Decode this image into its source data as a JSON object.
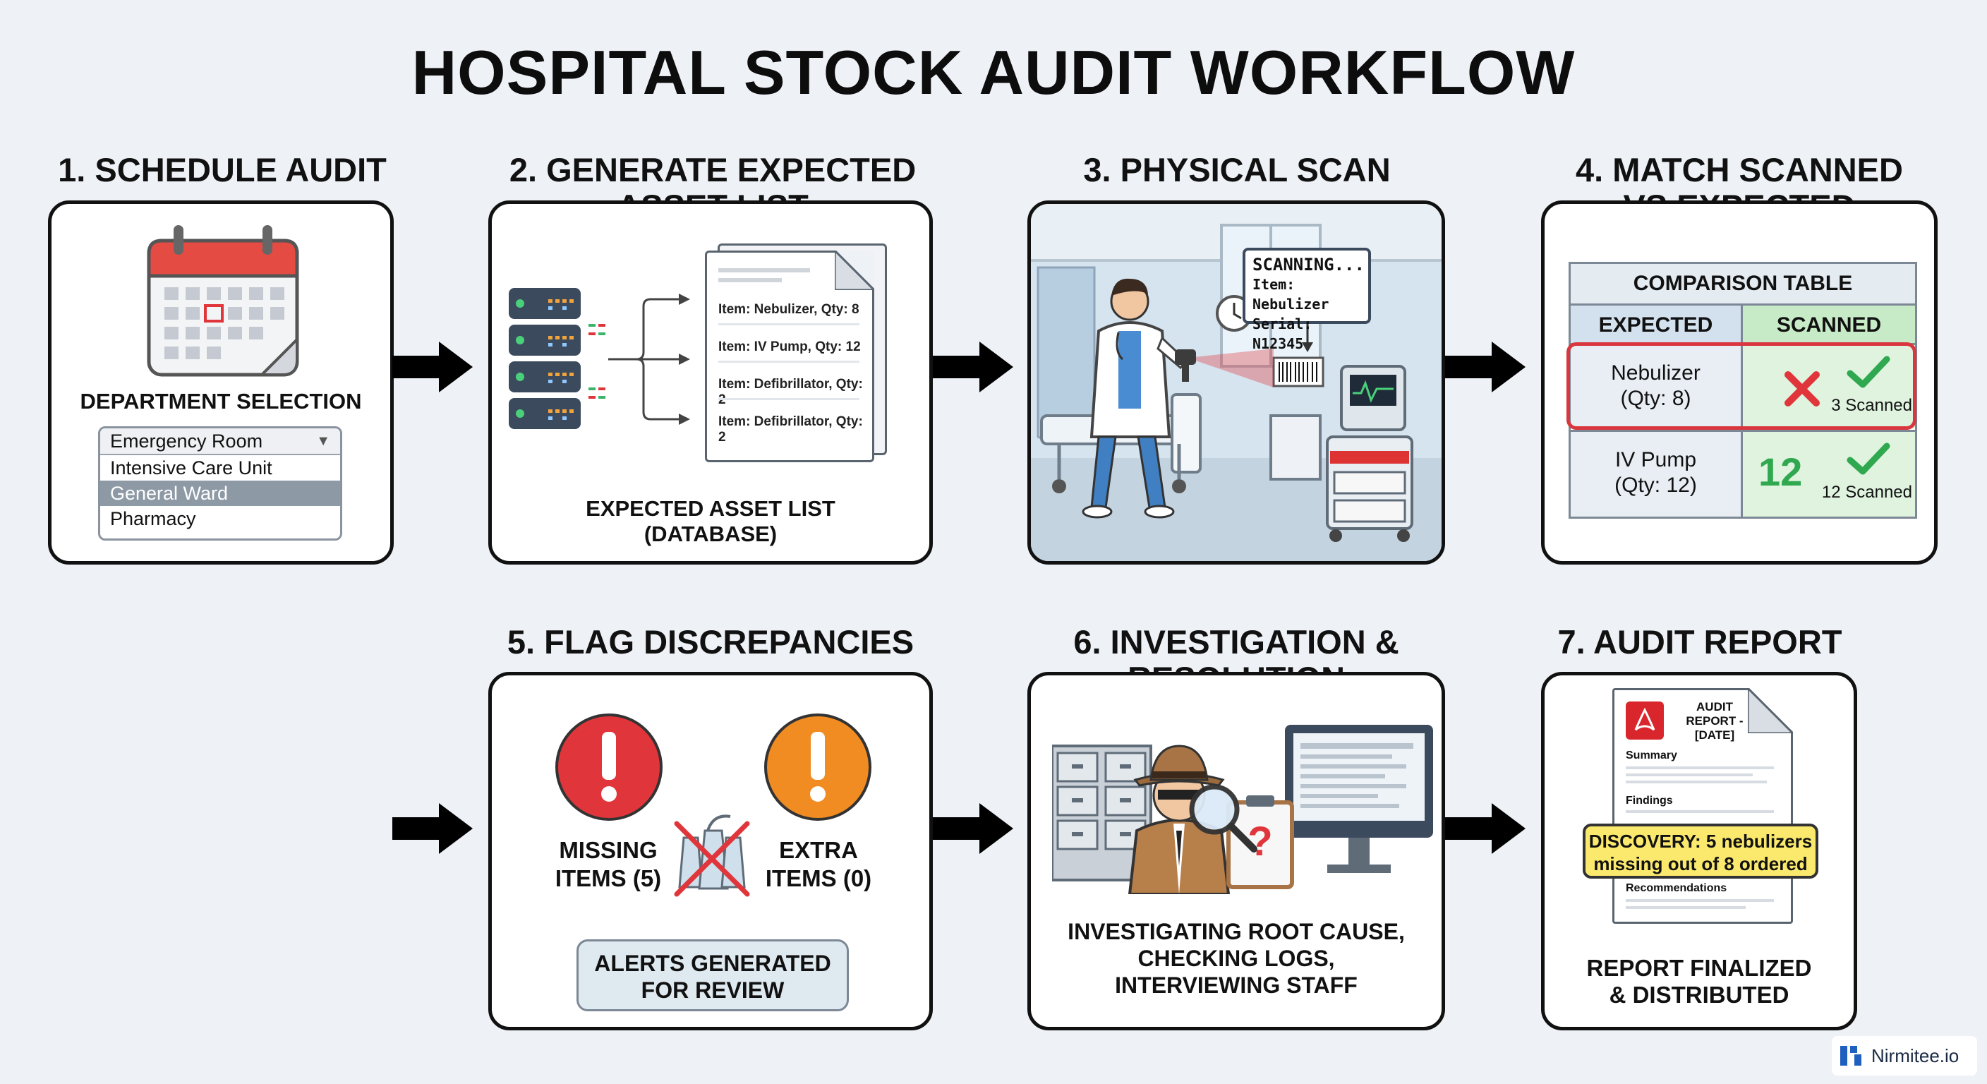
{
  "title": "HOSPITAL STOCK AUDIT WORKFLOW",
  "steps": {
    "s1": {
      "title": "1. SCHEDULE AUDIT",
      "caption": "DEPARTMENT SELECTION",
      "dropdown": {
        "selected": "Emergency Room",
        "options": [
          "Intensive Care Unit",
          "General Ward",
          "Pharmacy"
        ],
        "highlighted": "General Ward"
      }
    },
    "s2": {
      "title_l1": "2. GENERATE EXPECTED",
      "title_l2": "ASSET LIST",
      "doc_lines": [
        "Item: Nebulizer, Qty: 8",
        "Item: IV Pump, Qty: 12",
        "Item: Defibrillator, Qty: 2",
        "Item: Defibrillator, Qty: 2"
      ],
      "caption_l1": "EXPECTED ASSET LIST",
      "caption_l2": "(DATABASE)"
    },
    "s3": {
      "title": "3. PHYSICAL SCAN",
      "scanner_l1": "SCANNING...",
      "scanner_l2": "Item: Nebulizer",
      "scanner_l3": "Serial: N12345"
    },
    "s4": {
      "title_l1": "4. MATCH SCANNED",
      "title_l2": "VS EXPECTED",
      "table_title": "COMPARISON TABLE",
      "col_expected": "EXPECTED",
      "col_scanned": "SCANNED",
      "rows": [
        {
          "expected_l1": "Nebulizer",
          "expected_l2": "(Qty: 8)",
          "big": "",
          "scanned": "3 Scanned"
        },
        {
          "expected_l1": "IV Pump",
          "expected_l2": "(Qty: 12)",
          "big": "12",
          "scanned": "12 Scanned"
        }
      ]
    },
    "s5": {
      "title": "5. FLAG DISCREPANCIES",
      "missing_l1": "MISSING",
      "missing_l2": "ITEMS (5)",
      "extra_l1": "EXTRA",
      "extra_l2": "ITEMS (0)",
      "alert_l1": "ALERTS GENERATED",
      "alert_l2": "FOR REVIEW"
    },
    "s6": {
      "title_l1": "6. INVESTIGATION &",
      "title_l2": "RESOLUTION",
      "caption_l1": "INVESTIGATING ROOT CAUSE,",
      "caption_l2": "CHECKING LOGS,",
      "caption_l3": "INTERVIEWING STAFF"
    },
    "s7": {
      "title": "7. AUDIT REPORT",
      "doc_title_l1": "AUDIT",
      "doc_title_l2": "REPORT -",
      "doc_title_l3": "[DATE]",
      "summary": "Summary",
      "findings": "Findings",
      "recommendations": "Recommendations",
      "discovery_l1": "DISCOVERY: 5 nebulizers",
      "discovery_l2": "missing out of 8 ordered",
      "caption_l1": "REPORT FINALIZED",
      "caption_l2": "& DISTRIBUTED"
    }
  },
  "brand": "Nirmitee.io",
  "colors": {
    "red": "#e0353a",
    "green": "#2fa84f",
    "orange": "#f08c22",
    "highlight_yellow": "#fbe96e",
    "server": "#3c4a5e"
  }
}
